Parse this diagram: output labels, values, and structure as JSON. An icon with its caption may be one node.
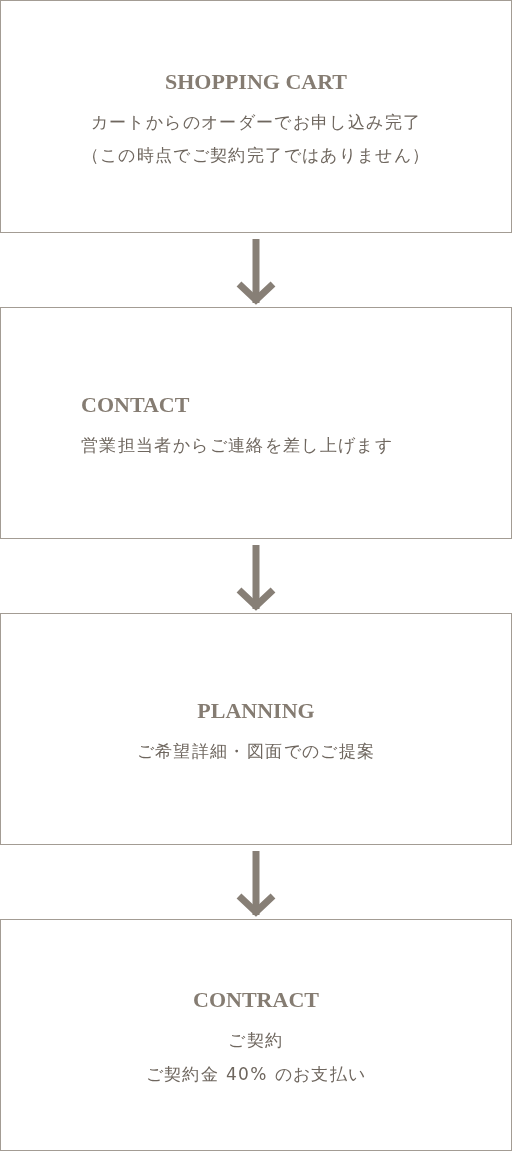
{
  "diagram": {
    "nodes": [
      {
        "text": [
          "SHOPPING CART",
          "カートからのオーダーでお申し込み完了",
          "（この時点でご契約完了ではありません）"
        ]
      },
      {
        "text": [
          "CONTACT",
          "営業担当者からご連絡を差し上げます"
        ]
      },
      {
        "text": [
          "PLANNING",
          "ご希望詳細・図面でのご提案"
        ]
      },
      {
        "text": [
          "CONTRACT",
          "ご契約",
          "ご契約金 40% のお支払い"
        ]
      }
    ],
    "edges": [
      {
        "from": 0,
        "to": 1,
        "arrow": "to"
      },
      {
        "from": 1,
        "to": 2,
        "arrow": "to"
      },
      {
        "from": 2,
        "to": 3,
        "arrow": "to"
      }
    ]
  }
}
